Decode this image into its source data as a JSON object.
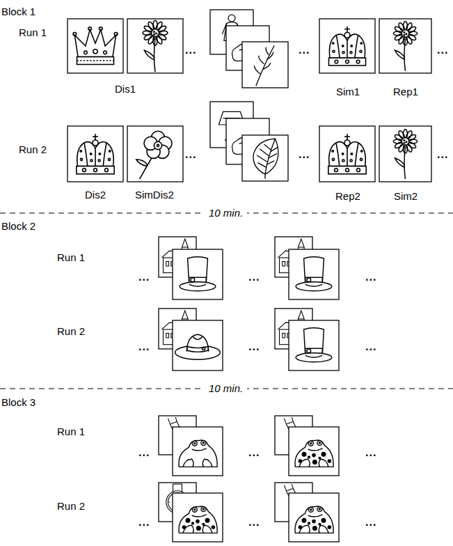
{
  "diagram": {
    "labels": [
      "Block 1",
      "Run 1",
      "...",
      "...",
      "...",
      "Dis1",
      "Sim1",
      "Rep1",
      "Run 2",
      "...",
      "...",
      "...",
      "Dis2",
      "SimDis2",
      "Rep2",
      "Sim2",
      "10 min.",
      "Block 2",
      "Run 1",
      "...",
      "...",
      "...",
      "Run 2",
      "...",
      "...",
      "...",
      "10 min.",
      "Block 3",
      "Run 1",
      "...",
      "...",
      "...",
      "Run 2",
      "...",
      "...",
      "..."
    ]
  }
}
